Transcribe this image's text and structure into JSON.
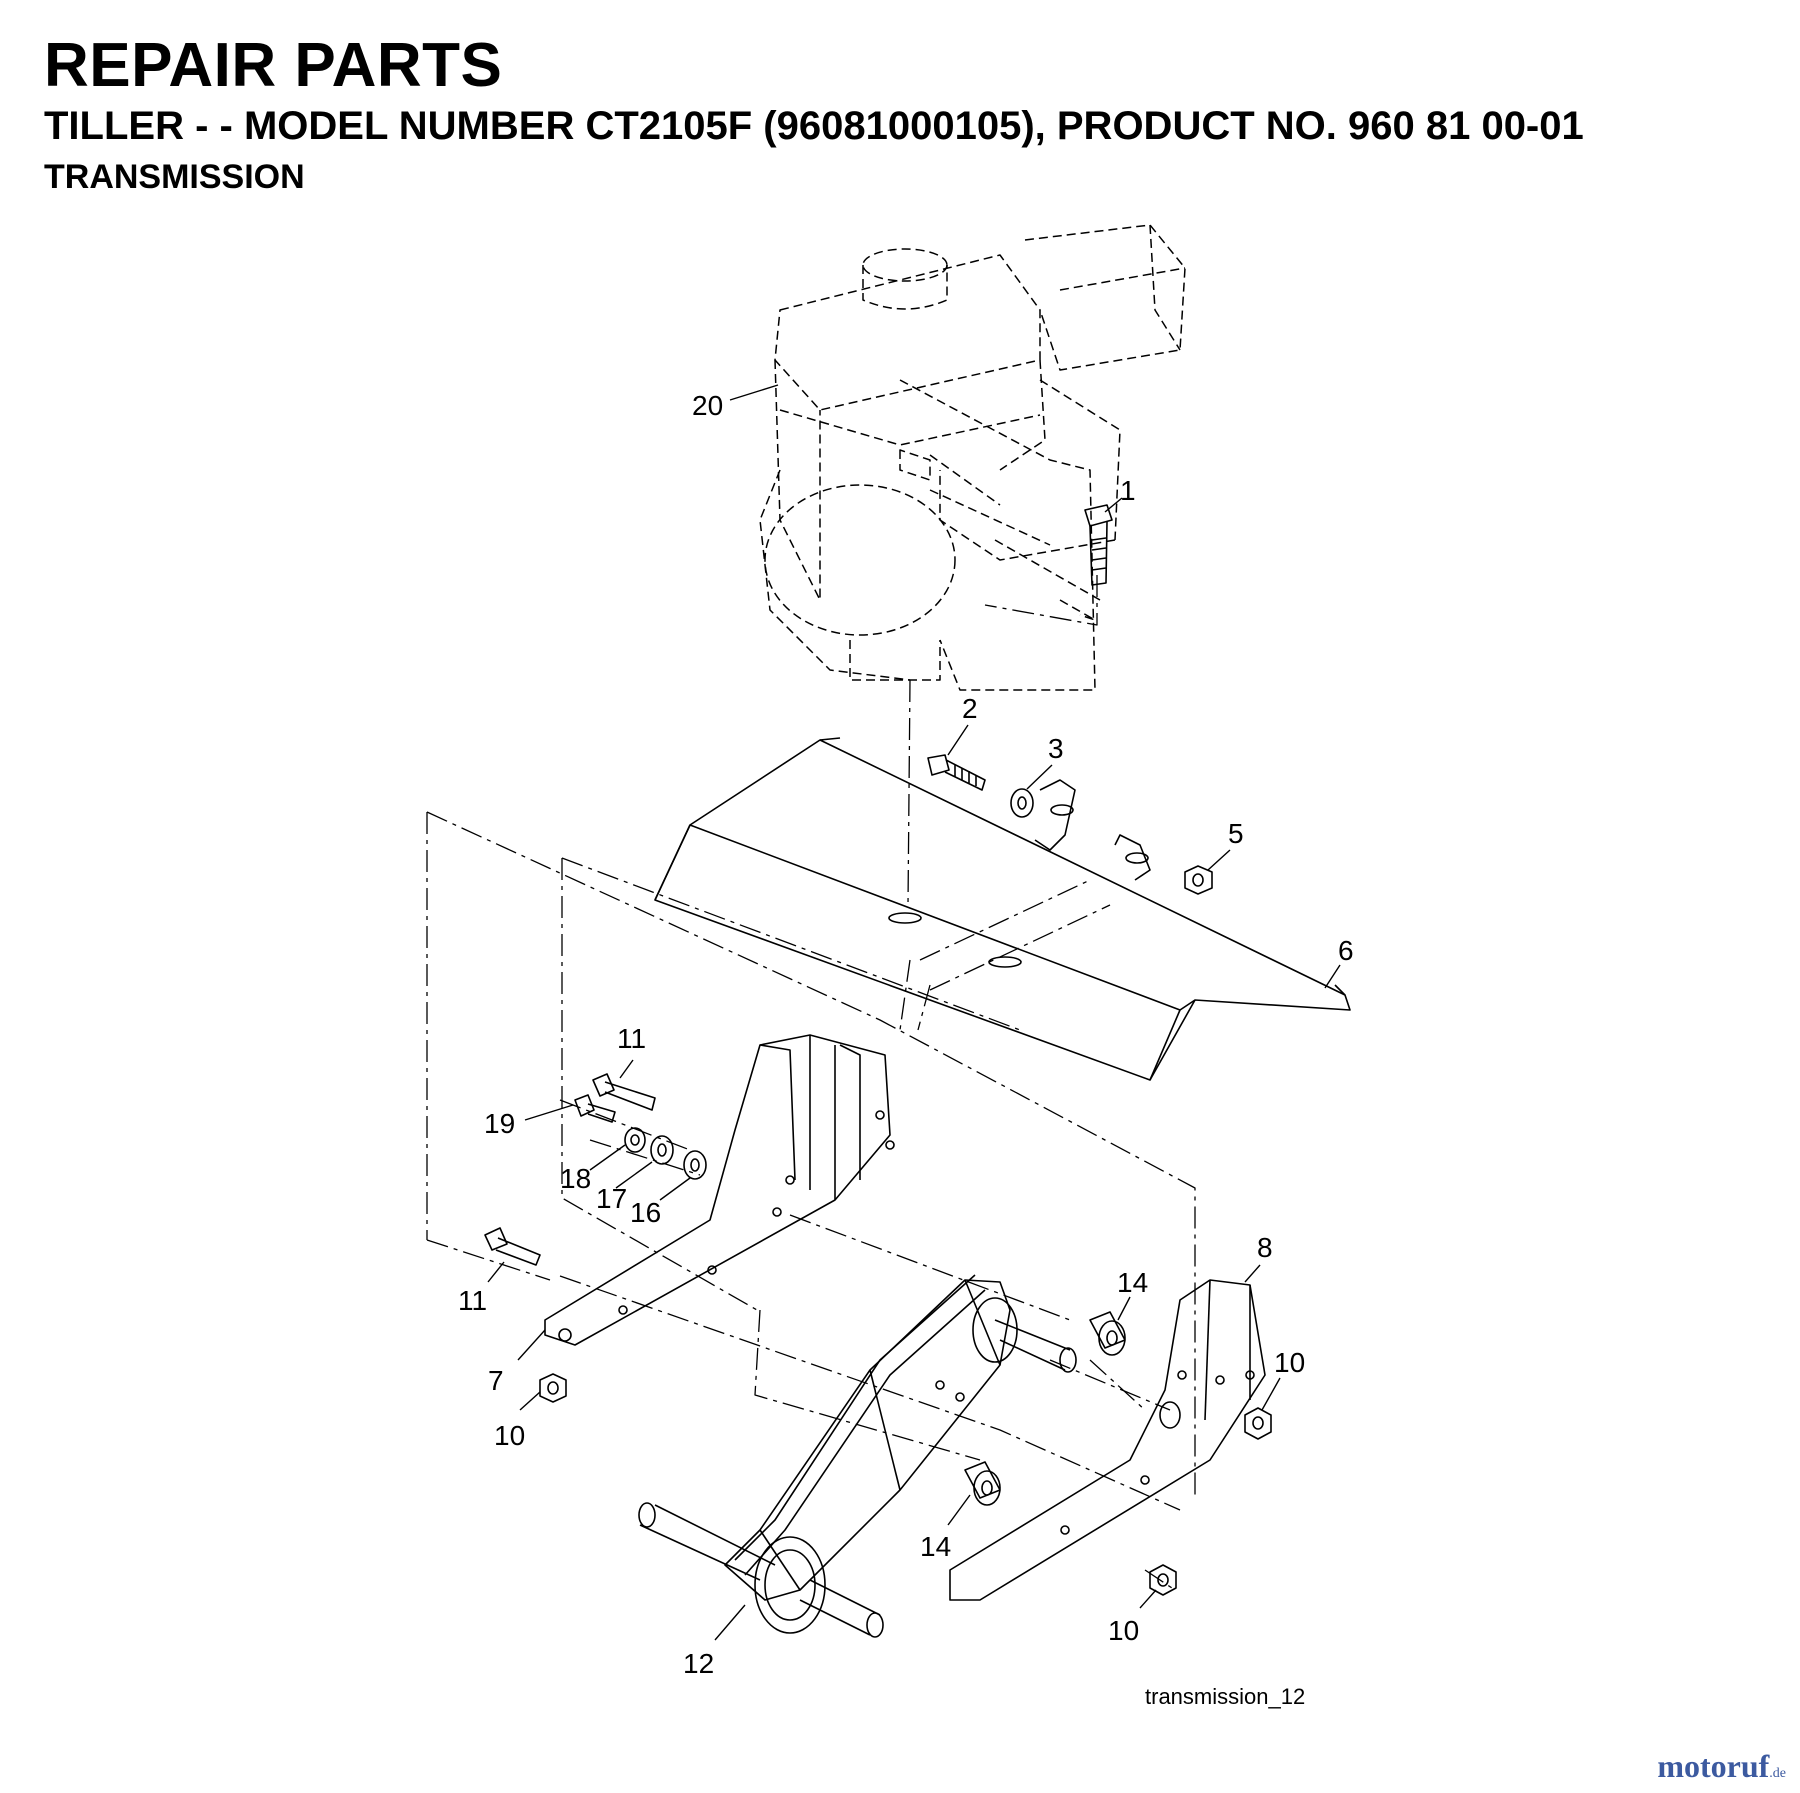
{
  "header": {
    "title": "REPAIR PARTS",
    "subtitle": "TILLER - - MODEL NUMBER CT2105F (96081000105), PRODUCT NO. 960 81 00-01",
    "section": "TRANSMISSION"
  },
  "callouts": {
    "engine": "20",
    "engine_bolt": "1",
    "shield_bolt": "2",
    "shield_washer": "3",
    "shield_nut": "5",
    "shield": "6",
    "left_bolt_upper": "11",
    "left_bolt_screw": "19",
    "lock_washer": "18",
    "flat_washer_a": "17",
    "flat_washer_b": "16",
    "left_bolt_lower": "11",
    "left_bracket": "7",
    "left_nut": "10",
    "right_bracket": "8",
    "spacer_upper": "14",
    "right_nut_upper": "10",
    "spacer_lower": "14",
    "right_nut_lower": "10",
    "transmission": "12"
  },
  "diagram_id": "transmission_12",
  "watermark": {
    "brand": "motoruf",
    "tld": ".de",
    "color": "#3c5aa0"
  }
}
